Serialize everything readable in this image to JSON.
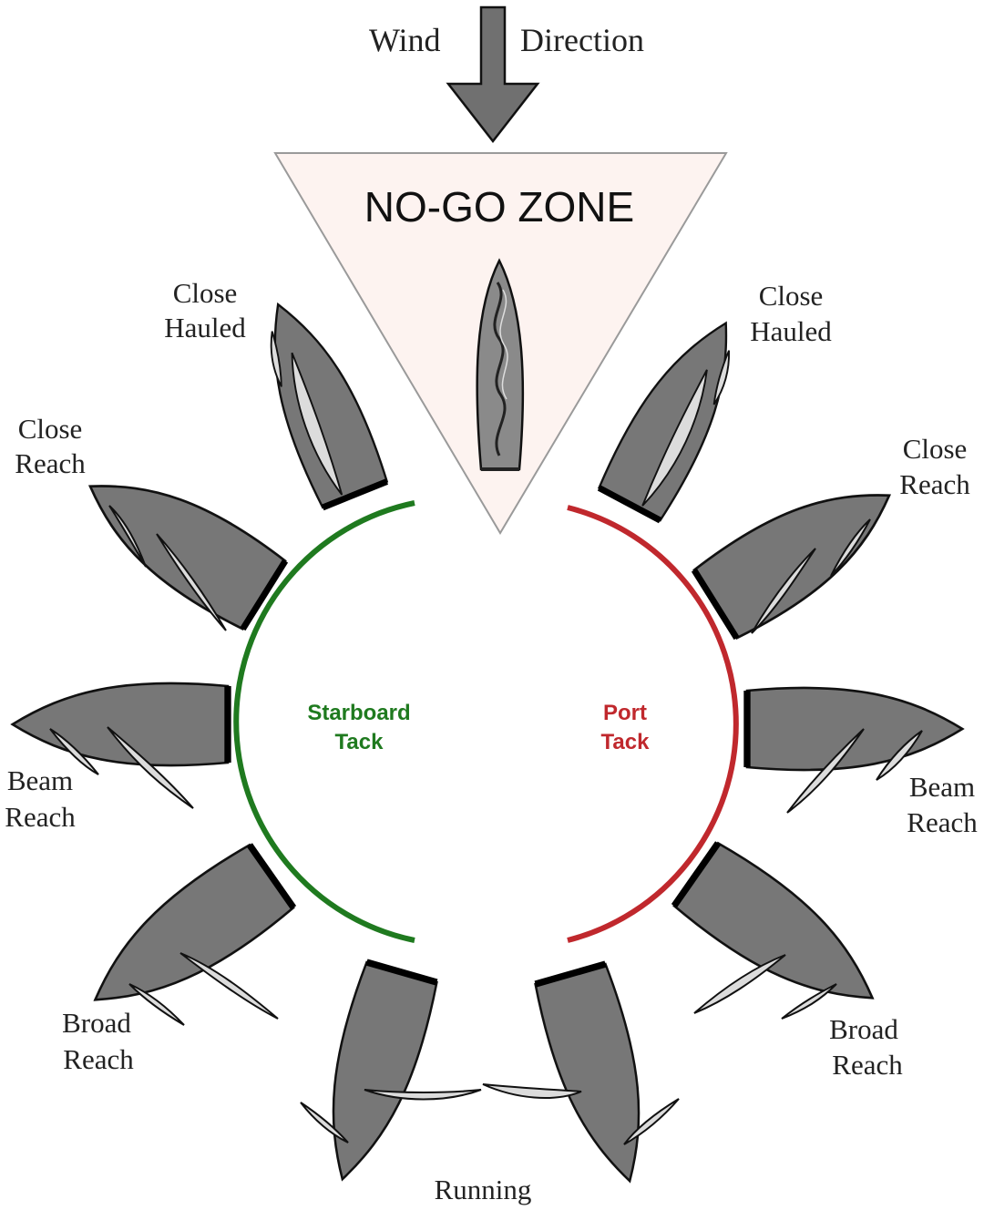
{
  "wind": {
    "left_word": "Wind",
    "right_word": "Direction"
  },
  "no_go_zone": {
    "label": "NO-GO ZONE"
  },
  "tacks": {
    "starboard": {
      "line1": "Starboard",
      "line2": "Tack",
      "color": "#1f7a1f"
    },
    "port": {
      "line1": "Port",
      "line2": "Tack",
      "color": "#c0282d"
    }
  },
  "points_of_sail": {
    "left": [
      {
        "line1": "Close",
        "line2": "Hauled"
      },
      {
        "line1": "Close",
        "line2": "Reach"
      },
      {
        "line1": "Beam",
        "line2": "Reach"
      },
      {
        "line1": "Broad",
        "line2": "Reach"
      }
    ],
    "right": [
      {
        "line1": "Close",
        "line2": "Hauled"
      },
      {
        "line1": "Close",
        "line2": "Reach"
      },
      {
        "line1": "Beam",
        "line2": "Reach"
      },
      {
        "line1": "Broad",
        "line2": "Reach"
      }
    ],
    "running": "Running"
  },
  "colors": {
    "hull": "#777777",
    "sail": "#dcdcdc",
    "zone_fill": "#fdf3f0",
    "arrow": "#707070"
  }
}
